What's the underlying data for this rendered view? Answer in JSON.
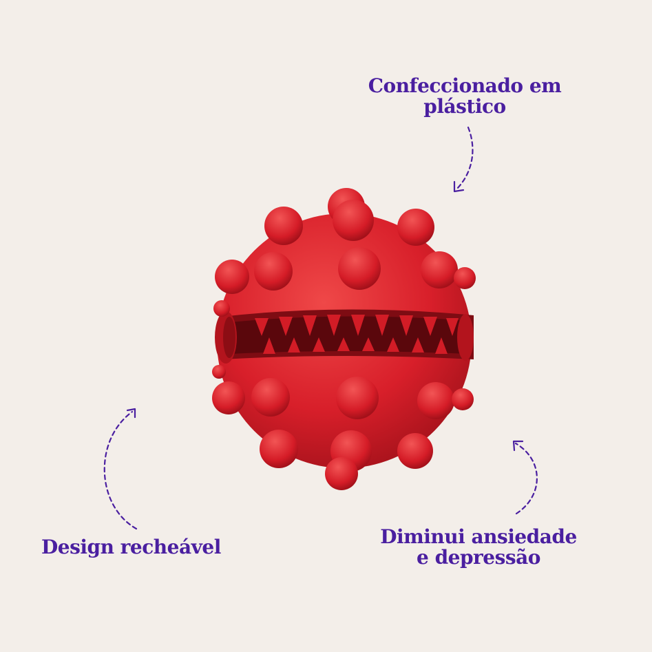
{
  "features": {
    "top": {
      "line1": "Confeccionado em",
      "line2": "plástico"
    },
    "left": {
      "line1": "Design recheável"
    },
    "right": {
      "line1": "Diminui ansiedade",
      "line2": "e depressão"
    }
  },
  "colors": {
    "background": "#f3eee9",
    "text": "#4a1fa0",
    "product": "#d81f2a"
  },
  "product": {
    "icon": "red-spiked-ball-toy"
  }
}
